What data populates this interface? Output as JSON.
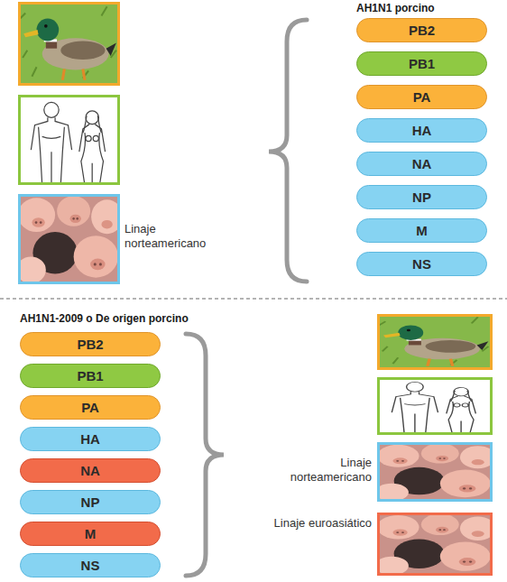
{
  "diagram": {
    "nodes": [
      {
        "text": [
          "PB2"
        ]
      },
      {
        "text": [
          "PB1"
        ]
      },
      {
        "text": [
          "PA"
        ]
      },
      {
        "text": [
          "HA"
        ]
      },
      {
        "text": [
          "NA"
        ]
      },
      {
        "text": [
          "NP"
        ]
      },
      {
        "text": [
          "M"
        ]
      },
      {
        "text": [
          "NS"
        ]
      },
      {
        "text": [
          "PB2"
        ]
      },
      {
        "text": [
          "PB1"
        ]
      },
      {
        "text": [
          "PA"
        ]
      },
      {
        "text": [
          "HA"
        ]
      },
      {
        "text": [
          "NA"
        ]
      },
      {
        "text": [
          "NP"
        ]
      },
      {
        "text": [
          "M"
        ]
      },
      {
        "text": [
          "NS"
        ]
      }
    ],
    "labels": [
      "AH1N1 porcino",
      "Linaje norteamericano",
      "AH1N1-2009 o De origen porcino",
      "Linaje norteamericano",
      "Linaje euroasiático"
    ]
  }
}
